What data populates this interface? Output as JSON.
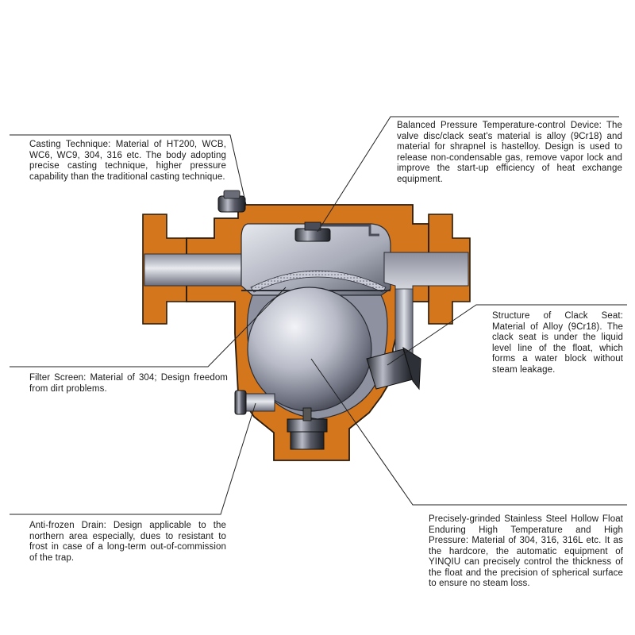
{
  "callouts": {
    "casting": "Casting Technique: Material of HT200, WCB, WC6, WC9, 304, 316 etc. The body adopting precise casting technique, higher pressure capability than the traditional casting technique.",
    "balanced": "Balanced Pressure Temperature-control Device: The valve disc/clack seat's material is alloy (9Cr18) and material for shrapnel is hastelloy. Design is used to release non-condensable gas, remove vapor lock and improve the start-up efficiency of heat exchange equipment.",
    "clack": "Structure of Clack Seat: Material of Alloy (9Cr18). The clack seat is under the liquid level line of the float, which forms a water block without steam leakage.",
    "filter": "Filter Screen: Material of 304; Design freedom from dirt problems.",
    "float": "Precisely-grinded Stainless Steel Hollow Float Enduring High Temperature and High Pressure: Material of 304, 316, 316L etc. It as the hardcore, the automatic equipment of YINQIU can precisely control the thickness of the float and the precision of spherical surface to ensure no steam loss.",
    "drain": "Anti-frozen Drain: Design applicable to the northern area especially, dues to resistant to frost in case of a long-term out-of-commission of the trap."
  },
  "colors": {
    "casting_orange": "#d4761c",
    "casting_outline": "#2a1a08",
    "steel_light": "#e4e6ee",
    "steel_dark": "#3c3e4a",
    "leader_line": "#222222"
  }
}
